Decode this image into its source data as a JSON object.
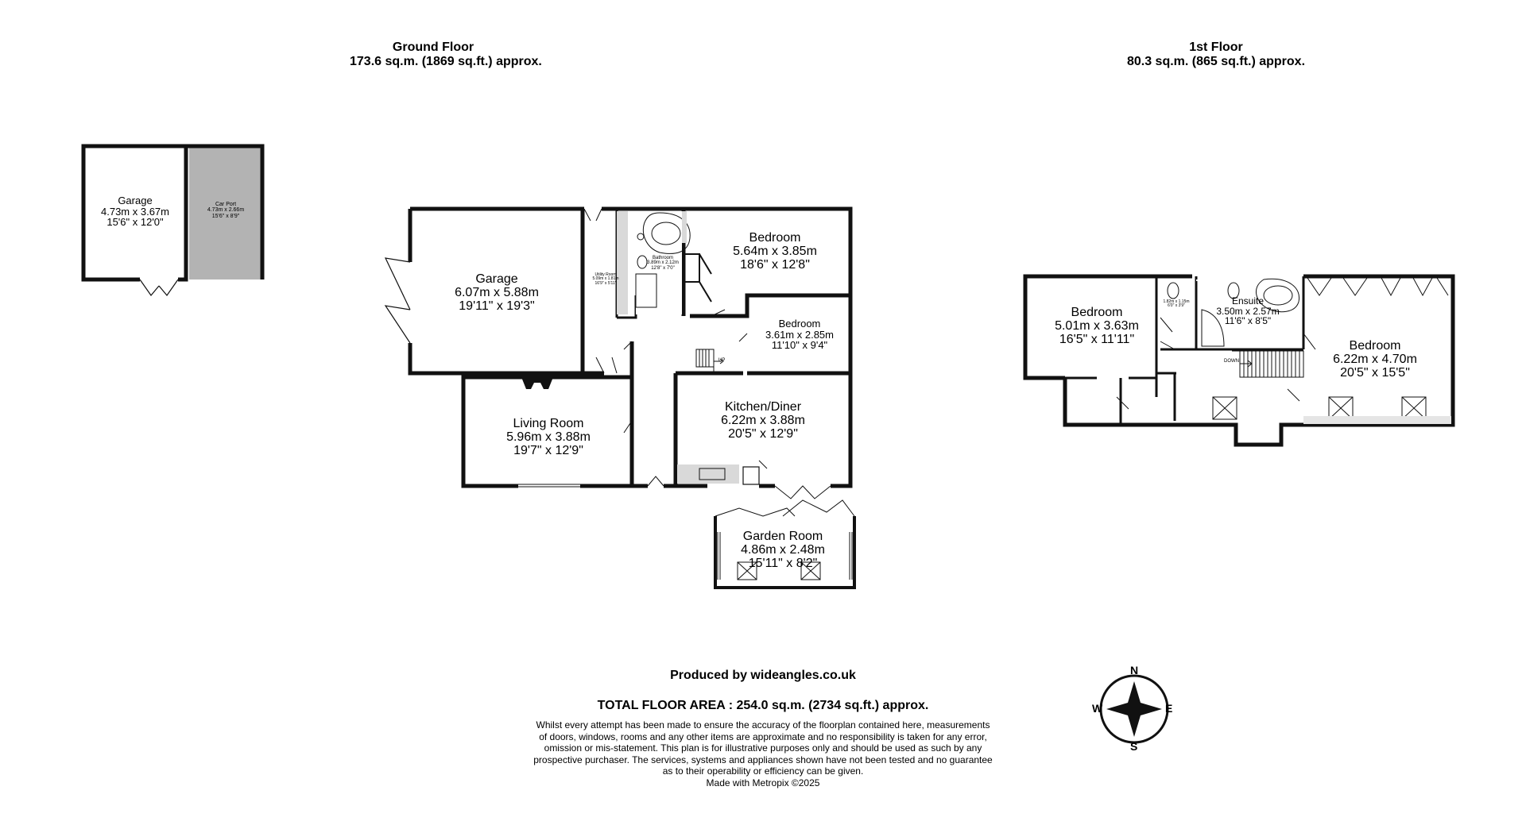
{
  "ground_floor": {
    "title": "Ground Floor",
    "area": "173.6 sq.m. (1869 sq.ft.) approx.",
    "rooms": {
      "detached_garage": {
        "name": "Garage",
        "metric": "4.73m  x 3.67m",
        "imperial": "15'6\"  x 12'0\""
      },
      "car_port": {
        "name": "Car Port",
        "metric": "4.73m  x 2.66m",
        "imperial": "15'6\"  x 8'9\""
      },
      "garage": {
        "name": "Garage",
        "metric": "6.07m  x 5.88m",
        "imperial": "19'11\"  x 19'3\""
      },
      "utility": {
        "name": "Utility Room",
        "metric": "5.09m  x 1.81m",
        "imperial": "16'9\"  x 5'11\""
      },
      "bathroom": {
        "name": "Bathroom",
        "metric": "3.89m  x 2.12m",
        "imperial": "12'8\"  x 7'0\""
      },
      "bedroom1": {
        "name": "Bedroom",
        "metric": "5.64m  x 3.85m",
        "imperial": "18'6\"  x 12'8\""
      },
      "bedroom2": {
        "name": "Bedroom",
        "metric": "3.61m  x 2.85m",
        "imperial": "11'10\"  x 9'4\""
      },
      "living": {
        "name": "Living Room",
        "metric": "5.96m  x 3.88m",
        "imperial": "19'7\"  x 12'9\""
      },
      "kitchen": {
        "name": "Kitchen/Diner",
        "metric": "6.22m  x 3.88m",
        "imperial": "20'5\"  x 12'9\""
      },
      "garden": {
        "name": "Garden Room",
        "metric": "4.86m  x 2.48m",
        "imperial": "15'11\"  x 8'2\""
      }
    },
    "stair_label": "UP"
  },
  "first_floor": {
    "title": "1st Floor",
    "area": "80.3 sq.m. (865 sq.ft.) approx.",
    "rooms": {
      "bedroom_left": {
        "name": "Bedroom",
        "metric": "5.01m  x 3.63m",
        "imperial": "16'5\"  x 11'11\""
      },
      "wc": {
        "name": "",
        "metric": "1.82m x 1.15m",
        "imperial": "6'0\" x 3'9\""
      },
      "ensuite": {
        "name": "Ensuite",
        "metric": "3.50m  x 2.57m",
        "imperial": "11'6\"  x 8'5\""
      },
      "bedroom_right": {
        "name": "Bedroom",
        "metric": "6.22m  x 4.70m",
        "imperial": "20'5\"  x 15'5\""
      }
    },
    "stair_label": "DOWN"
  },
  "footer": {
    "produced_by": "Produced by wideangles.co.uk",
    "total_area": "TOTAL FLOOR AREA : 254.0 sq.m. (2734 sq.ft.) approx.",
    "disclaimer": [
      "Whilst every attempt has been made to ensure the accuracy of the floorplan contained here, measurements",
      "of doors, windows, rooms and any other items are approximate and no responsibility is taken for any error,",
      "omission or mis-statement. This plan is for illustrative purposes only and should be used as such by any",
      "prospective purchaser. The services, systems and appliances shown have not been tested and no guarantee",
      "as to their operability or efficiency can be given."
    ],
    "made_with": "Made with Metropix ©2025"
  },
  "compass": {
    "n": "N",
    "e": "E",
    "s": "S",
    "w": "W"
  },
  "colors": {
    "wall": "#111111",
    "carport_fill": "#b3b3b3",
    "worktop": "#d9d9d9",
    "background": "#ffffff"
  }
}
